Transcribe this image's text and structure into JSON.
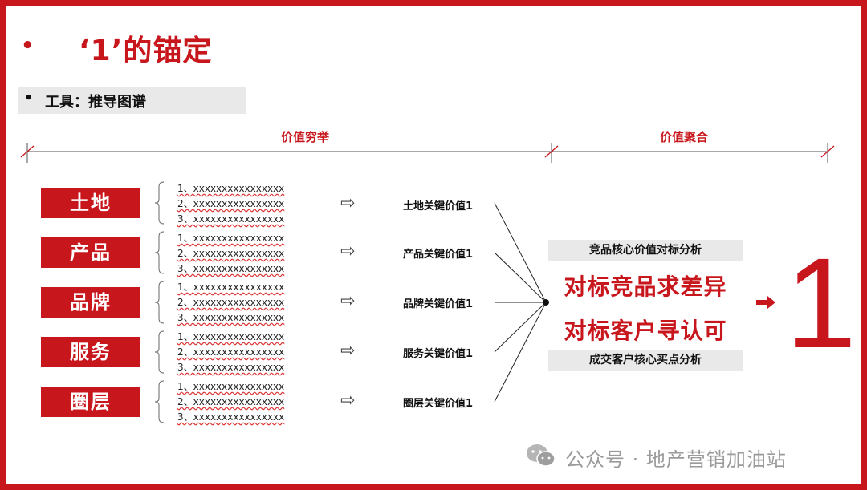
{
  "header": {
    "bullet": "•",
    "title": "‘1’的锚定"
  },
  "tool": {
    "bullet": "•",
    "label": "工具：推导图谱"
  },
  "sections": {
    "enumerate_label": "价值穷举",
    "aggregate_label": "价值聚合"
  },
  "categories": [
    {
      "name": "土地",
      "items": [
        "1、xxxxxxxxxxxxxxxx",
        "2、xxxxxxxxxxxxxxxx",
        "3、xxxxxxxxxxxxxxxx"
      ],
      "key_value": "土地关键价值1"
    },
    {
      "name": "产品",
      "items": [
        "1、xxxxxxxxxxxxxxxx",
        "2、xxxxxxxxxxxxxxxx",
        "3、xxxxxxxxxxxxxxxx"
      ],
      "key_value": "产品关键价值1"
    },
    {
      "name": "品牌",
      "items": [
        "1、xxxxxxxxxxxxxxxx",
        "2、xxxxxxxxxxxxxxxx",
        "3、xxxxxxxxxxxxxxxx"
      ],
      "key_value": "品牌关键价值1"
    },
    {
      "name": "服务",
      "items": [
        "1、xxxxxxxxxxxxxxxx",
        "2、xxxxxxxxxxxxxxxx",
        "3、xxxxxxxxxxxxxxxx"
      ],
      "key_value": "服务关键价值1"
    },
    {
      "name": "圈层",
      "items": [
        "1、xxxxxxxxxxxxxxxx",
        "2、xxxxxxxxxxxxxxxx",
        "3、xxxxxxxxxxxxxxxx"
      ],
      "key_value": "圈层关键价值1"
    }
  ],
  "arrow_glyph": "⇨",
  "aggregation": {
    "top_caption": "竞品核心价值对标分析",
    "line1": "对标竞品求差异",
    "line2": "对标客户寻认可",
    "bottom_caption": "成交客户核心买点分析"
  },
  "result": "1",
  "watermark": {
    "icon": "wechat-icon",
    "text": "公众号 · 地产营销加油站"
  },
  "colors": {
    "accent_red": "#c8161d",
    "gray_bar": "#e9e9e9",
    "watermark_gray": "#9a9a9a"
  }
}
